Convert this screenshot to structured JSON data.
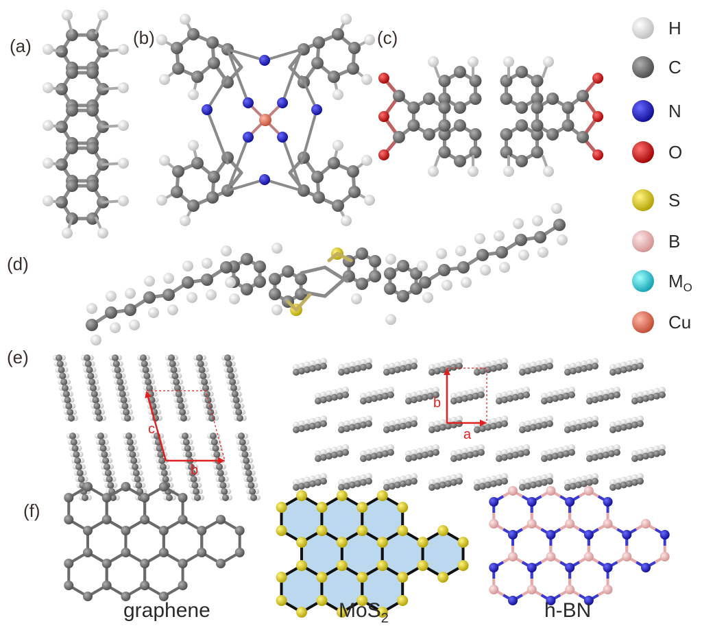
{
  "panels": {
    "a": "(a)",
    "b": "(b)",
    "c": "(c)",
    "d": "(d)",
    "e": "(e)",
    "f": "(f)"
  },
  "legend": {
    "items": [
      {
        "text": "H",
        "color": "#f0f0f0"
      },
      {
        "text": "C",
        "color": "#777777"
      },
      {
        "text": "N",
        "color": "#1a1ad0"
      },
      {
        "text": "O",
        "color": "#e01010"
      },
      {
        "text": "S",
        "color": "#e8d000"
      },
      {
        "text": "B",
        "color": "#f0b8b8"
      },
      {
        "text": "M",
        "sub": "O",
        "color": "#20d8e0"
      },
      {
        "text": "Cu",
        "color": "#f07860"
      }
    ]
  },
  "lattice": {
    "left_c": "c",
    "left_b": "b",
    "right_b": "b",
    "right_a": "a"
  },
  "captions": {
    "graphene": "graphene",
    "mos2_main": "MoS",
    "mos2_sub": "2",
    "hbn": "h-BN"
  },
  "colors": {
    "H": "#f2f2f2",
    "C": "#7a7a7a",
    "N": "#1a1ad0",
    "O": "#e01010",
    "S": "#e8d000",
    "B": "#f2b8b8",
    "Mo": "#20d8e0",
    "Cu": "#f07860",
    "lattice": "#e02020",
    "mos2_fill": "#bcd8ee"
  }
}
